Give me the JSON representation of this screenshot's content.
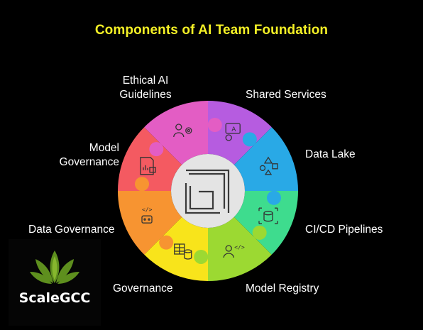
{
  "title": "Components of AI Team Foundation",
  "colors": {
    "title": "#F5F126",
    "background": "#000000",
    "hub": "#E4E4E4",
    "ethical_ai": "#B65CE0",
    "shared_services": "#29A9E6",
    "data_lake": "#3EDC8E",
    "cicd": "#9CD932",
    "model_registry": "#F8E41B",
    "governance": "#F79431",
    "data_governance": "#F45A61",
    "model_governance": "#E35DC4"
  },
  "segments": [
    {
      "key": "ethical_ai",
      "label_line1": "Ethical AI",
      "label_line2": "Guidelines",
      "icon": "robot-text-icon"
    },
    {
      "key": "shared_services",
      "label": "Shared Services",
      "icon": "shapes-network-icon"
    },
    {
      "key": "data_lake",
      "label": "Data Lake",
      "icon": "database-expand-icon"
    },
    {
      "key": "cicd",
      "label": "CI/CD Pipelines",
      "icon": "developer-code-icon"
    },
    {
      "key": "model_registry",
      "label": "Model Registry",
      "icon": "registry-table-icon"
    },
    {
      "key": "governance",
      "label": "Governance",
      "icon": "robot-code-icon"
    },
    {
      "key": "data_governance",
      "label": "Data Governance",
      "icon": "document-chart-lock-icon"
    },
    {
      "key": "model_governance",
      "label_line1": "Model",
      "label_line2": "Governance",
      "icon": "person-gear-icon"
    }
  ],
  "center_icon": "foundation-frame-icon",
  "logo": {
    "text": "ScaleGCC",
    "icon": "leaf-crown-icon"
  }
}
